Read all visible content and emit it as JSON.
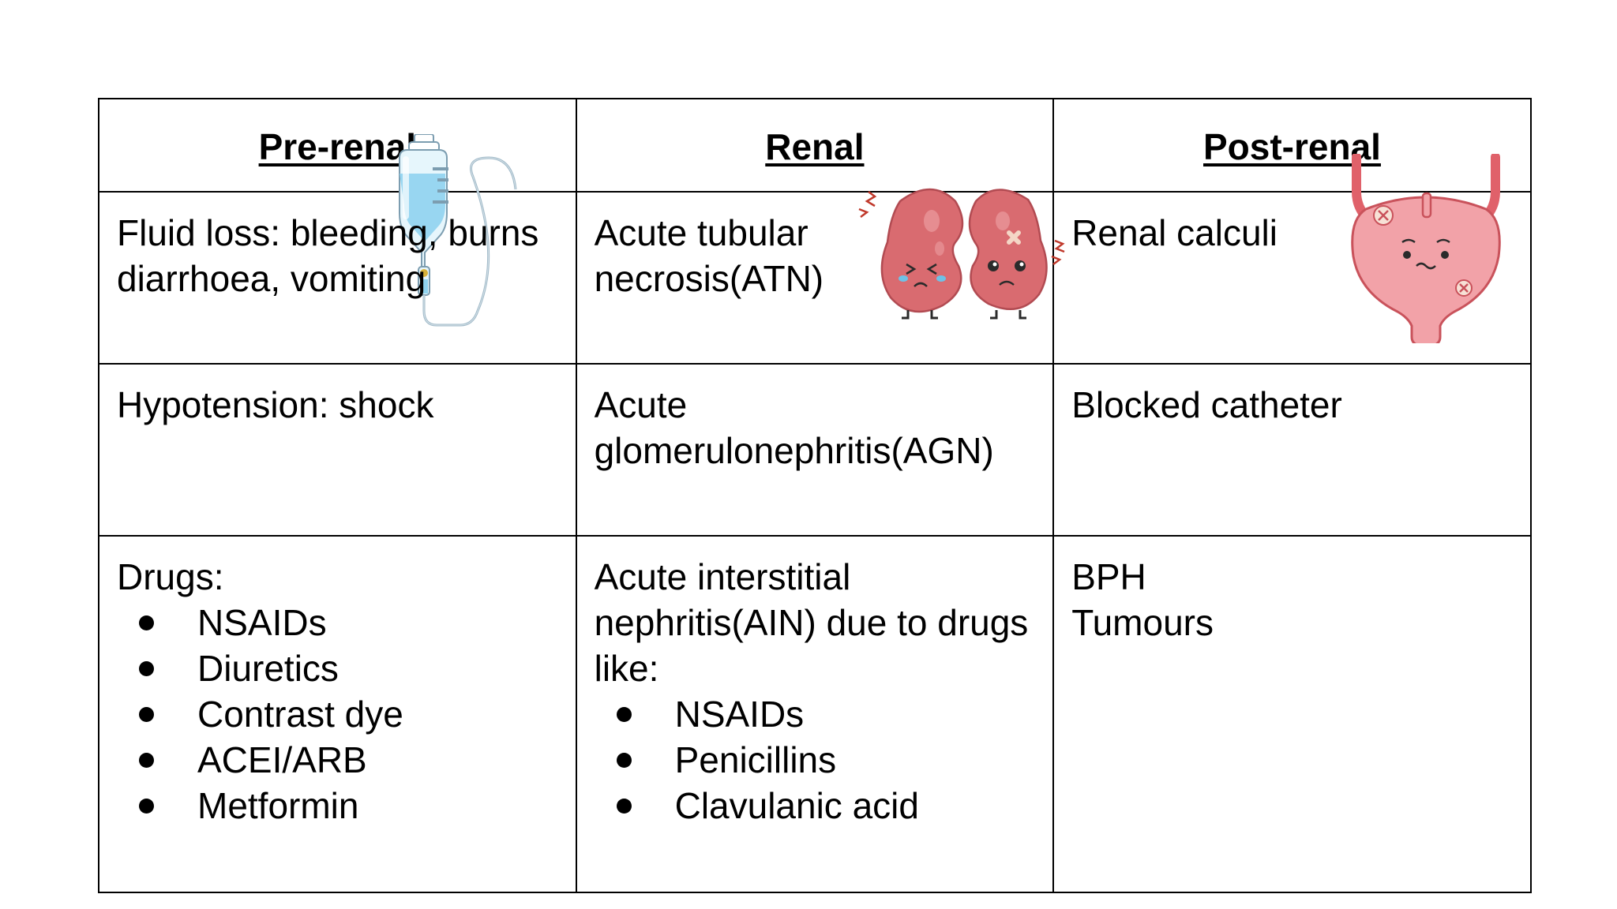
{
  "table": {
    "headers": [
      "Pre-renal",
      "Renal",
      "Post-renal"
    ],
    "rows": [
      {
        "pre_renal": "Fluid loss: bleeding, burns diarrhoea, vomiting",
        "renal": "Acute tubular necrosis(ATN)",
        "post_renal": "Renal calculi"
      },
      {
        "pre_renal": "Hypotension: shock",
        "renal": "Acute glomerulonephritis(AGN)",
        "post_renal": "Blocked catheter"
      },
      {
        "pre_renal": {
          "intro": "Drugs:",
          "items": [
            "NSAIDs",
            "Diuretics",
            "Contrast dye",
            "ACEI/ARB",
            "Metformin"
          ]
        },
        "renal": {
          "intro": "Acute interstitial nephritis(AIN) due to drugs like:",
          "items": [
            "NSAIDs",
            "Penicillins",
            "Clavulanic acid"
          ]
        },
        "post_renal": {
          "lines": [
            "BPH",
            "Tumours"
          ]
        }
      }
    ]
  },
  "illustrations": {
    "pre_renal": "iv-drip-bag-icon",
    "renal": "sad-kidneys-icon",
    "post_renal": "sad-bladder-icon"
  },
  "colors": {
    "border": "#000000",
    "text": "#000000",
    "iv_fluid": "#8fd3ef",
    "kidney": "#d96b70",
    "bladder": "#f2a2a8",
    "ureter": "#e0616a"
  }
}
